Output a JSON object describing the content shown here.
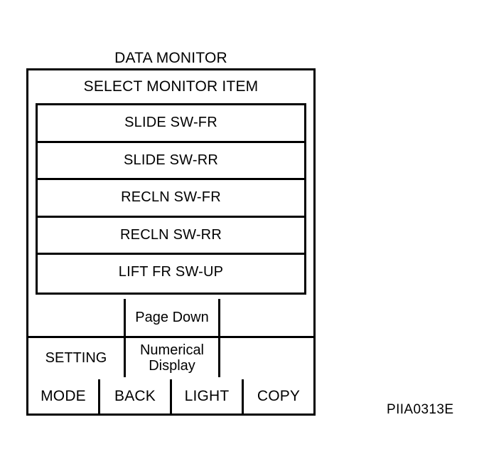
{
  "figure": {
    "title": "DATA MONITOR",
    "reference_code": "PIIA0313E"
  },
  "screen": {
    "header": "SELECT MONITOR ITEM",
    "monitor_items": [
      {
        "label": "SLIDE SW-FR"
      },
      {
        "label": "SLIDE SW-RR"
      },
      {
        "label": "RECLN SW-FR"
      },
      {
        "label": "RECLN SW-RR"
      },
      {
        "label": "LIFT FR SW-UP"
      }
    ],
    "softkeys": {
      "row1": [
        {
          "label": ""
        },
        {
          "label": "Page Down"
        },
        {
          "label": ""
        }
      ],
      "row2": [
        {
          "label": "SETTING"
        },
        {
          "label_line1": "Numerical",
          "label_line2": "Display"
        },
        {
          "label": ""
        }
      ]
    },
    "hardkeys": [
      {
        "label": "MODE"
      },
      {
        "label": "BACK"
      },
      {
        "label": "LIGHT"
      },
      {
        "label": "COPY"
      }
    ]
  },
  "colors": {
    "ink": "#000000",
    "paper": "#ffffff"
  }
}
